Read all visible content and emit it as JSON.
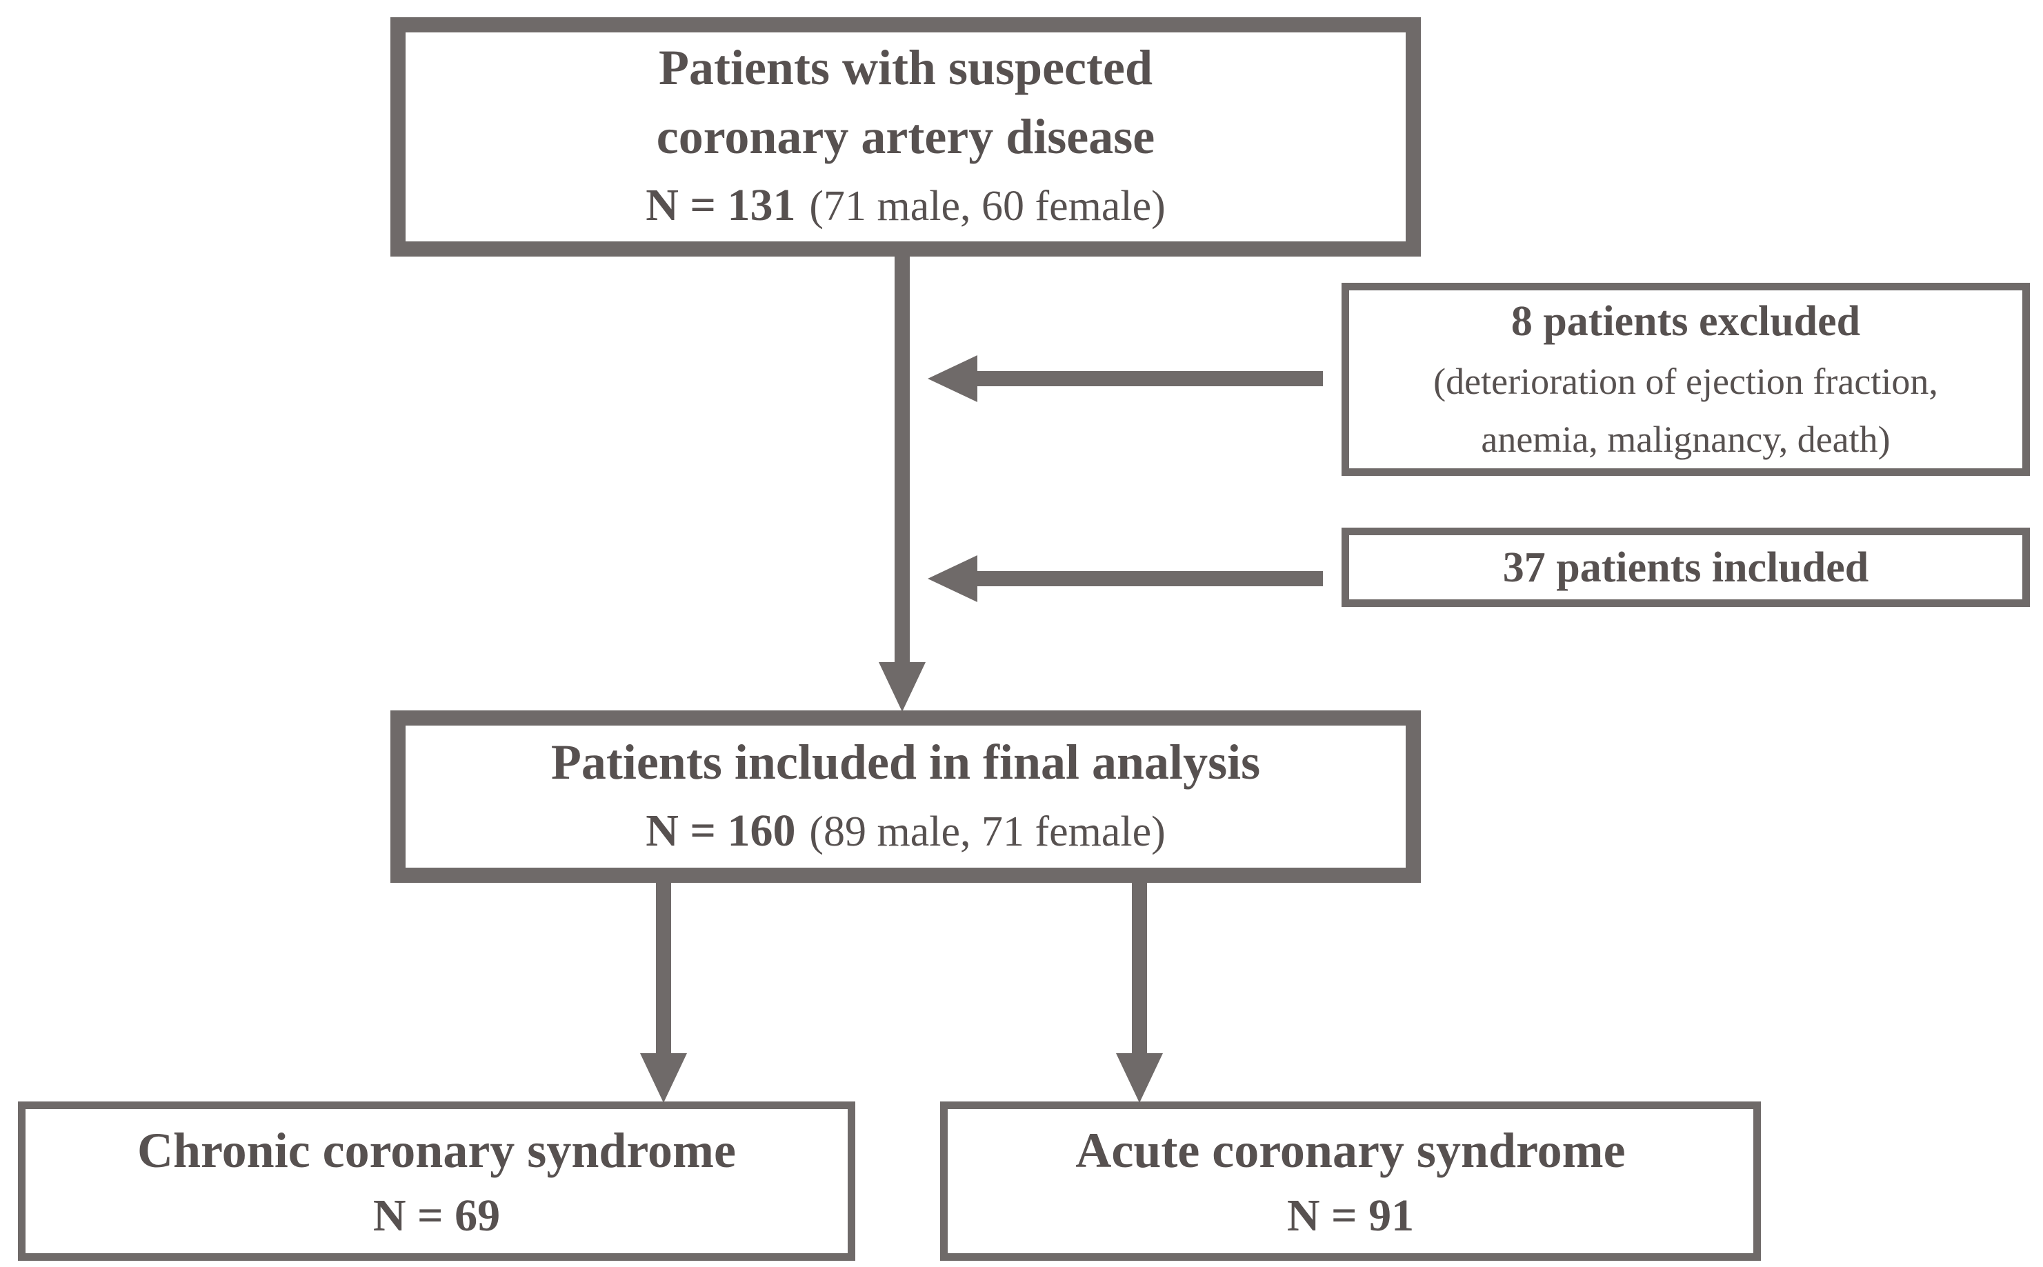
{
  "diagram": {
    "colors": {
      "line": "#6f6a69",
      "text": "#575150",
      "box_background": "#ffffff",
      "page_background": "#ffffff"
    },
    "boxes": {
      "top": {
        "line1": "Patients with suspected",
        "line2": "coronary artery disease",
        "n_label": "N = 131",
        "n_detail": "(71 male, 60 female)"
      },
      "excluded": {
        "title": "8 patients excluded",
        "detail_line1": "(deterioration of ejection fraction,",
        "detail_line2": "anemia, malignancy, death)"
      },
      "included": {
        "title": "37 patients included"
      },
      "final": {
        "title": "Patients included in final analysis",
        "n_label": "N = 160",
        "n_detail": "(89 male, 71 female)"
      },
      "chronic": {
        "title": "Chronic coronary syndrome",
        "n_label": "N = 69"
      },
      "acute": {
        "title": "Acute coronary syndrome",
        "n_label": "N = 91"
      }
    }
  }
}
